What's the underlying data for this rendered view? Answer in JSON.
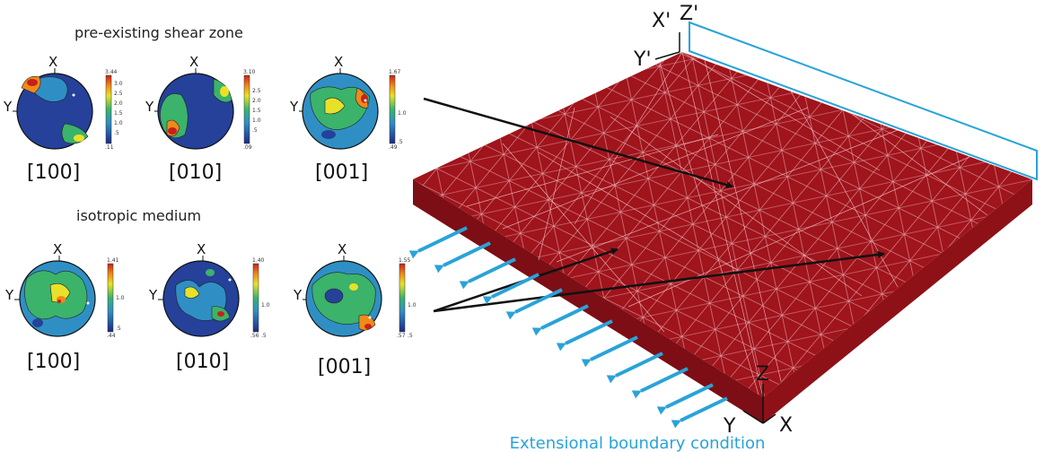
{
  "section_titles": {
    "pre_existing": "pre-existing shear zone",
    "isotropic": "isotropic medium"
  },
  "pole_labels": {
    "x": "X",
    "y": "Y"
  },
  "block_axes": {
    "top": {
      "x": "X'",
      "y": "Y'",
      "z": "Z'"
    },
    "bottom": {
      "x": "X",
      "y": "Y",
      "z": "Z"
    }
  },
  "caption": "Extensional boundary condition",
  "colors": {
    "block": "#a0141c",
    "mesh": "#f3c9cc",
    "boundary": "#29a3d8",
    "arrow": "#111111"
  },
  "pole_figures": {
    "pre_existing": [
      {
        "index": "[100]",
        "ticks": [
          "3.44",
          "3.0",
          "2.5",
          "2.0",
          "1.5",
          "1.0",
          ".5",
          ".11"
        ]
      },
      {
        "index": "[010]",
        "ticks": [
          "3.10",
          "2.5",
          "2.0",
          "1.5",
          "1.0",
          ".5",
          ".09"
        ]
      },
      {
        "index": "[001]",
        "ticks": [
          "1.67",
          "1.0",
          ".5",
          ".49"
        ]
      }
    ],
    "isotropic": [
      {
        "index": "[100]",
        "ticks": [
          "1.41",
          "1.0",
          ".5",
          ".44"
        ]
      },
      {
        "index": "[010]",
        "ticks": [
          "1.40",
          "1.0",
          ".5",
          ".56"
        ]
      },
      {
        "index": "[001]",
        "ticks": [
          "1.55",
          "1.0",
          ".5",
          ".57"
        ]
      }
    ]
  }
}
